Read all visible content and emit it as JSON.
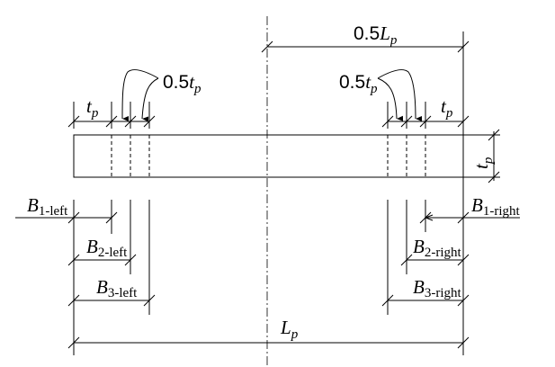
{
  "labels": {
    "half_length": {
      "coef": "0.5",
      "symbol": "L",
      "sub": "p"
    },
    "half_thickness_left": {
      "coef": "0.5",
      "symbol": "t",
      "sub": "p"
    },
    "half_thickness_right": {
      "coef": "0.5",
      "symbol": "t",
      "sub": "p"
    },
    "thickness_left": {
      "symbol": "t",
      "sub": "p"
    },
    "thickness_right": {
      "symbol": "t",
      "sub": "p"
    },
    "thickness_vertical": {
      "symbol": "t",
      "sub": "p"
    },
    "b1_left": {
      "symbol": "B",
      "sub": "1-left"
    },
    "b2_left": {
      "symbol": "B",
      "sub": "2-left"
    },
    "b3_left": {
      "symbol": "B",
      "sub": "3-left"
    },
    "b1_right": {
      "symbol": "B",
      "sub": "1-right"
    },
    "b2_right": {
      "symbol": "B",
      "sub": "2-right"
    },
    "b3_right": {
      "symbol": "B",
      "sub": "3-right"
    },
    "length": {
      "symbol": "L",
      "sub": "p"
    }
  }
}
